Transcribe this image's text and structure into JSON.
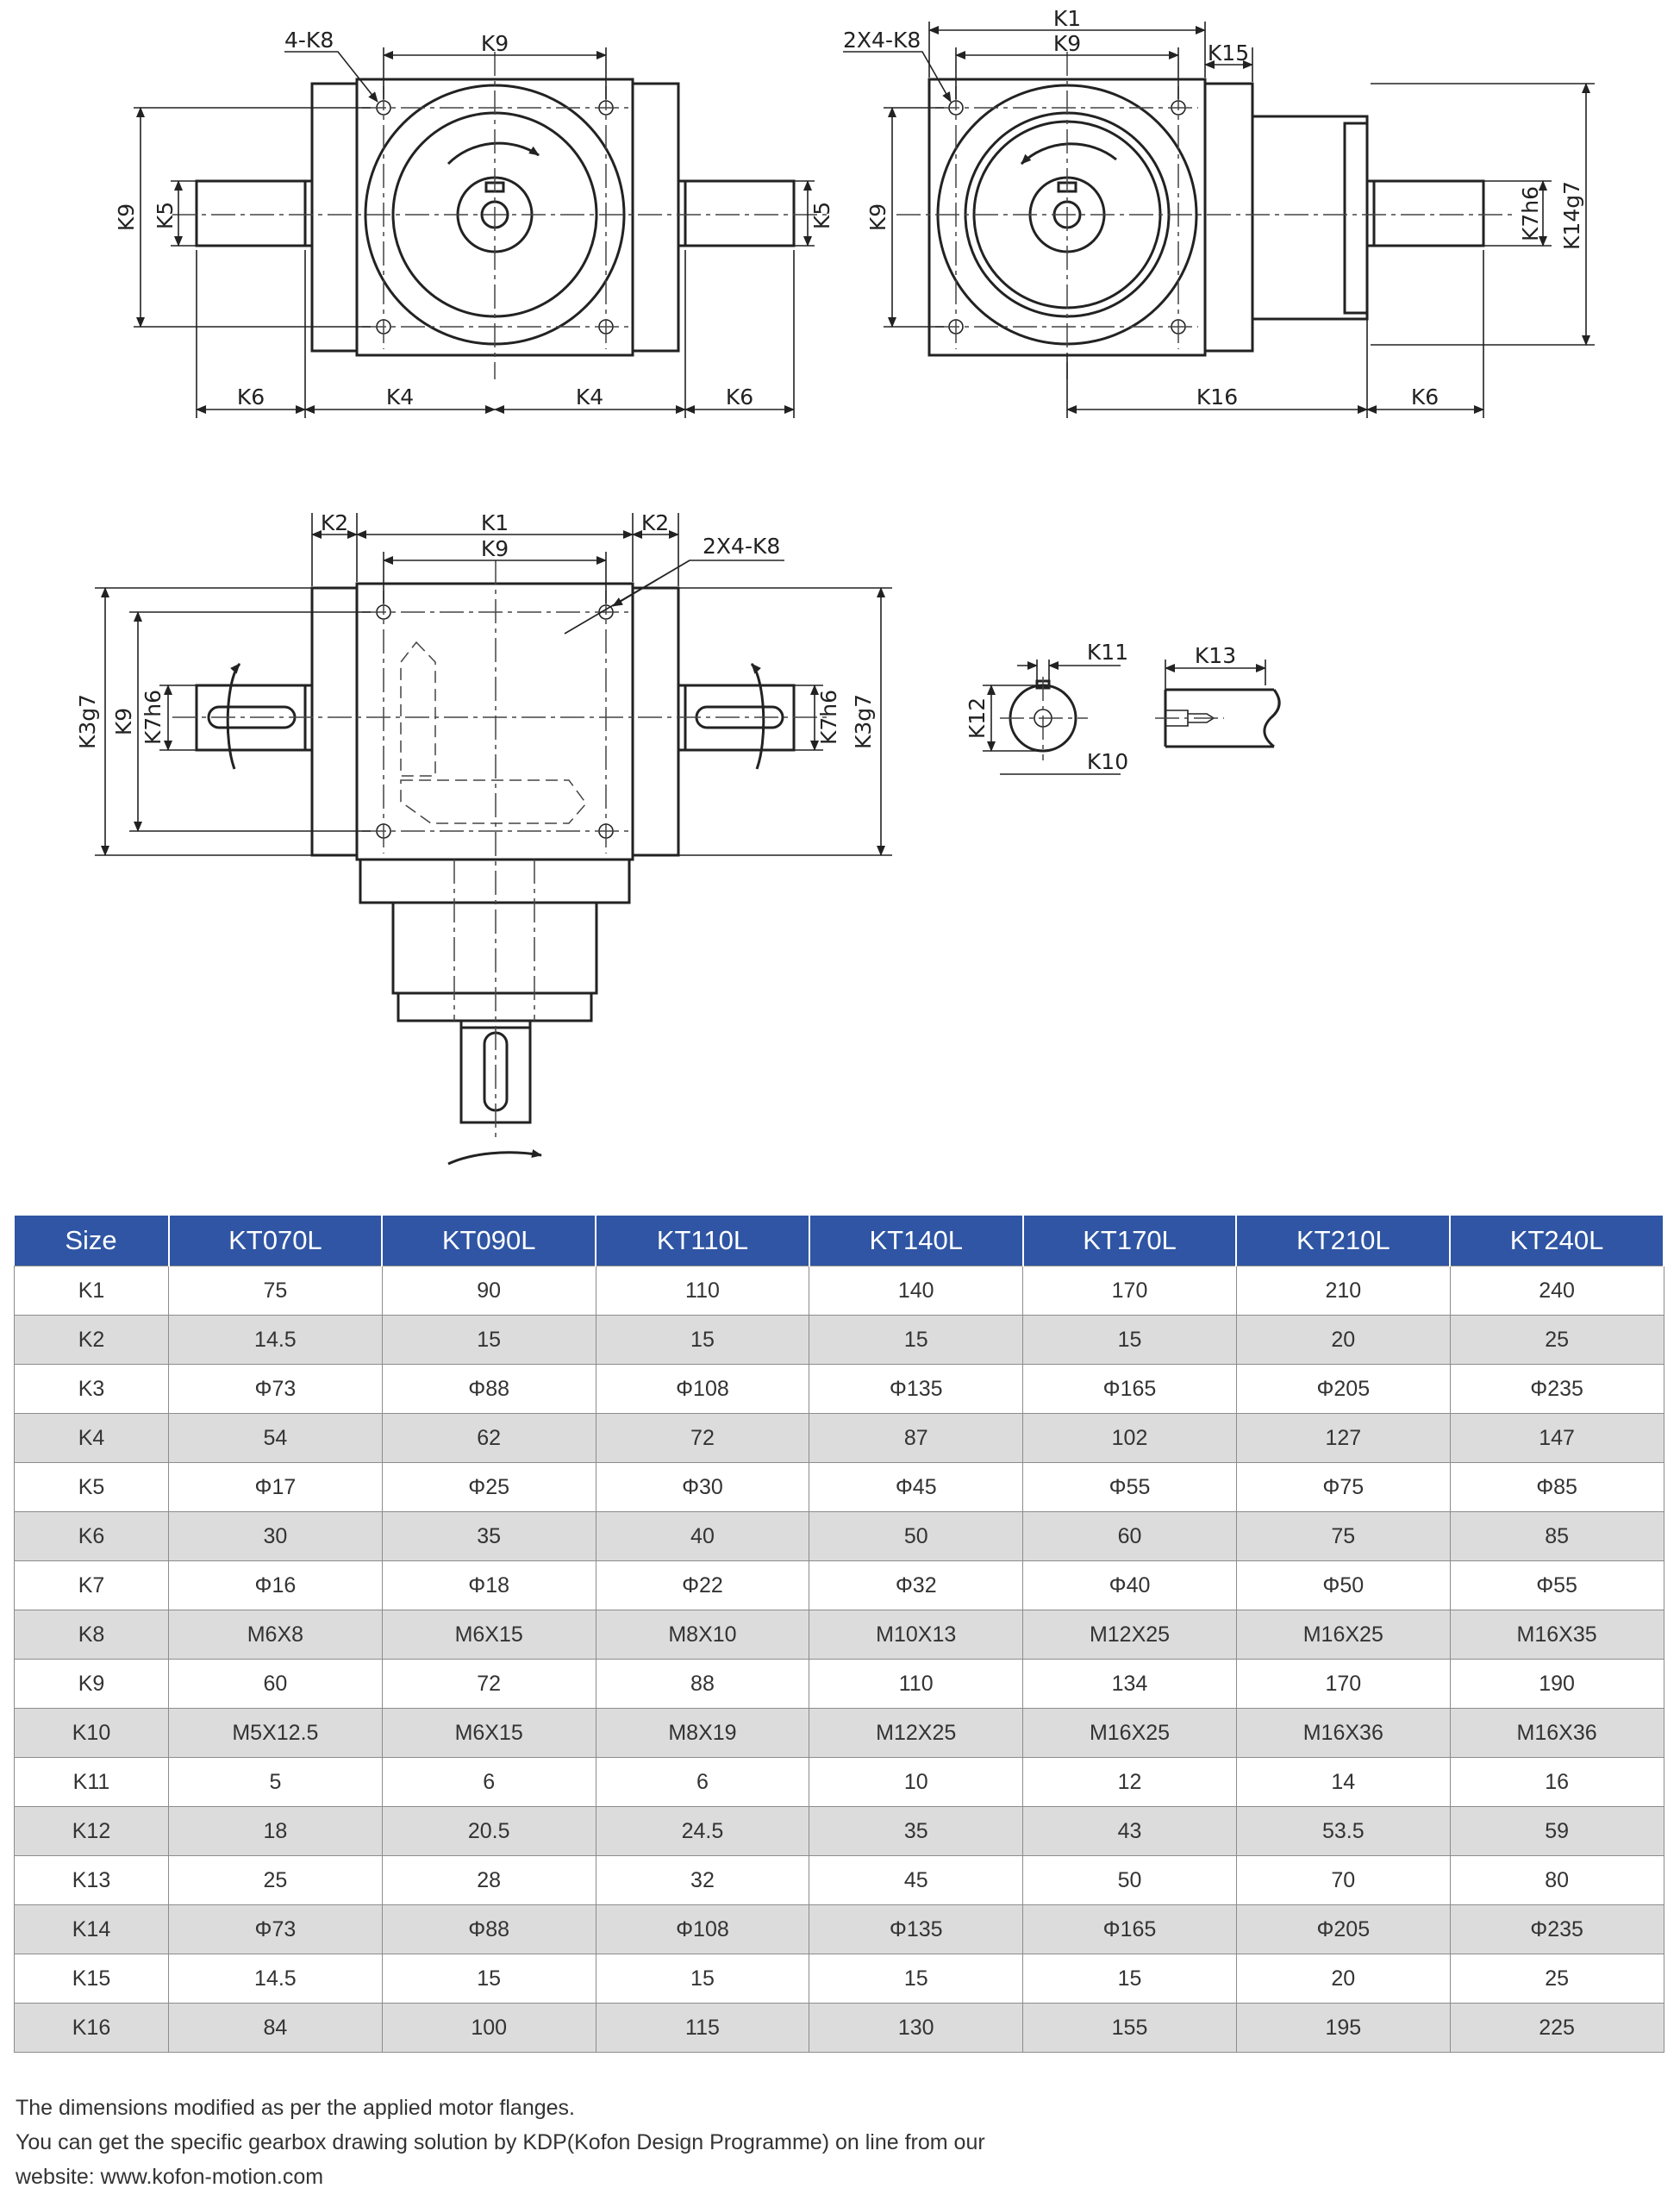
{
  "drawing": {
    "top_left": {
      "hole_callout": "4-K8",
      "dims": {
        "k9_top": "K9",
        "k9_side": "K9",
        "k5_left": "K5",
        "k5_right": "K5",
        "k6_left": "K6",
        "k4_left": "K4",
        "k4_right": "K4",
        "k6_right": "K6"
      }
    },
    "top_right": {
      "hole_callout": "2X4-K8",
      "dims": {
        "k1": "K1",
        "k9_top": "K9",
        "k15": "K15",
        "k9_side": "K9",
        "k7": "K7h6",
        "k14": "K14g7",
        "k16": "K16",
        "k6": "K6"
      }
    },
    "front": {
      "hole_callout": "2X4-K8",
      "dims": {
        "k2_left": "K2",
        "k1": "K1",
        "k9_top": "K9",
        "k2_right": "K2",
        "k3_left": "K3g7",
        "k9_side": "K9",
        "k7_left": "K7h6",
        "k7_right": "K7h6",
        "k3_right": "K3g7"
      }
    },
    "shaft_end": {
      "dims": {
        "k11": "K11",
        "k12": "K12",
        "k10": "K10",
        "k13": "K13"
      }
    }
  },
  "table": {
    "header": [
      "Size",
      "KT070L",
      "KT090L",
      "KT110L",
      "KT140L",
      "KT170L",
      "KT210L",
      "KT240L"
    ],
    "rows": [
      [
        "K1",
        "75",
        "90",
        "110",
        "140",
        "170",
        "210",
        "240"
      ],
      [
        "K2",
        "14.5",
        "15",
        "15",
        "15",
        "15",
        "20",
        "25"
      ],
      [
        "K3",
        "Φ73",
        "Φ88",
        "Φ108",
        "Φ135",
        "Φ165",
        "Φ205",
        "Φ235"
      ],
      [
        "K4",
        "54",
        "62",
        "72",
        "87",
        "102",
        "127",
        "147"
      ],
      [
        "K5",
        "Φ17",
        "Φ25",
        "Φ30",
        "Φ45",
        "Φ55",
        "Φ75",
        "Φ85"
      ],
      [
        "K6",
        "30",
        "35",
        "40",
        "50",
        "60",
        "75",
        "85"
      ],
      [
        "K7",
        "Φ16",
        "Φ18",
        "Φ22",
        "Φ32",
        "Φ40",
        "Φ50",
        "Φ55"
      ],
      [
        "K8",
        "M6X8",
        "M6X15",
        "M8X10",
        "M10X13",
        "M12X25",
        "M16X25",
        "M16X35"
      ],
      [
        "K9",
        "60",
        "72",
        "88",
        "110",
        "134",
        "170",
        "190"
      ],
      [
        "K10",
        "M5X12.5",
        "M6X15",
        "M8X19",
        "M12X25",
        "M16X25",
        "M16X36",
        "M16X36"
      ],
      [
        "K11",
        "5",
        "6",
        "6",
        "10",
        "12",
        "14",
        "16"
      ],
      [
        "K12",
        "18",
        "20.5",
        "24.5",
        "35",
        "43",
        "53.5",
        "59"
      ],
      [
        "K13",
        "25",
        "28",
        "32",
        "45",
        "50",
        "70",
        "80"
      ],
      [
        "K14",
        "Φ73",
        "Φ88",
        "Φ108",
        "Φ135",
        "Φ165",
        "Φ205",
        "Φ235"
      ],
      [
        "K15",
        "14.5",
        "15",
        "15",
        "15",
        "15",
        "20",
        "25"
      ],
      [
        "K16",
        "84",
        "100",
        "115",
        "130",
        "155",
        "195",
        "225"
      ]
    ]
  },
  "notes": {
    "line1": "The dimensions modified as per the applied motor flanges.",
    "line2": "You can get the specific gearbox drawing solution by KDP(Kofon Design Programme) on line from our",
    "line3": "website: www.kofon-motion.com"
  }
}
